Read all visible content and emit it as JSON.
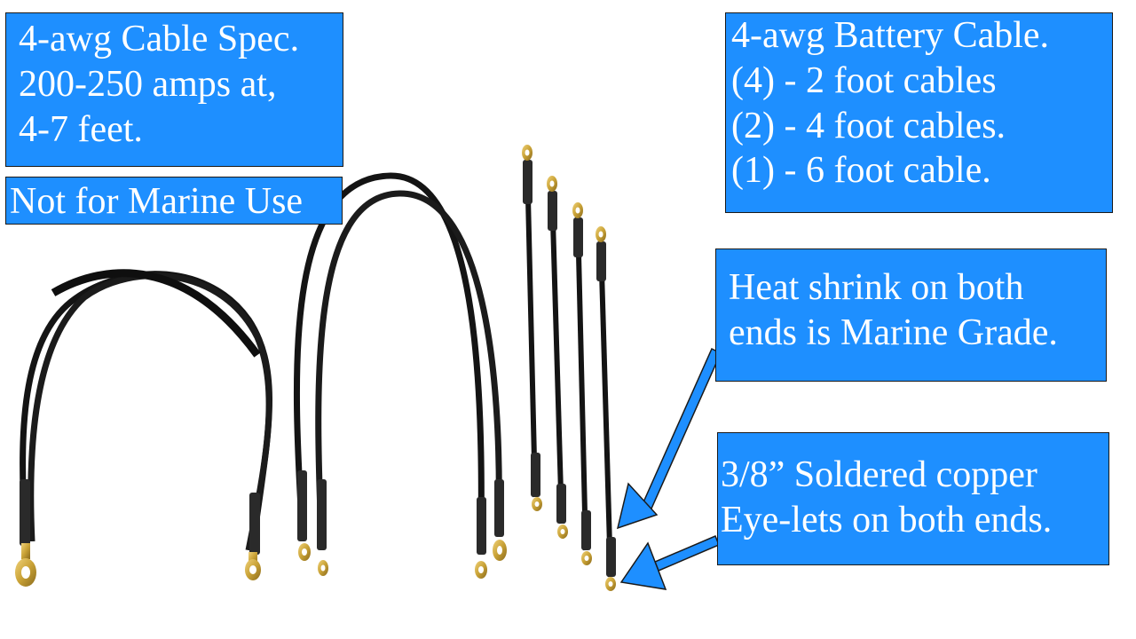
{
  "colors": {
    "box_fill": "#1e8fff",
    "box_text": "#ffffff",
    "cable": "#141414",
    "shrink": "#2a2a2a",
    "lug": "#c9a236"
  },
  "labels": {
    "spec": [
      "4-awg Cable Spec.",
      "200-250 amps at,",
      "4-7 feet."
    ],
    "marine_note": "Not for Marine Use",
    "kit": [
      "4-awg Battery Cable.",
      "(4) - 2 foot cables",
      "(2) - 4 foot cables.",
      "(1) - 6 foot cable."
    ],
    "heat_shrink": [
      "Heat shrink on both",
      "ends is Marine Grade."
    ],
    "eyelets": [
      "3/8” Soldered copper",
      "Eye-lets on both ends."
    ]
  }
}
